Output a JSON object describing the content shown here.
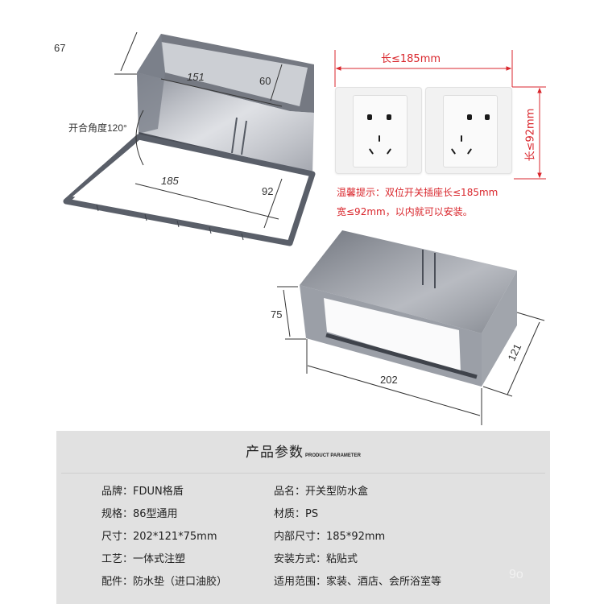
{
  "top_left_diagram": {
    "depth_label": "67",
    "inner_width_label": "151",
    "inner_height_label": "60",
    "open_angle_label": "开合角度120°",
    "base_length_label": "185",
    "base_width_label": "92"
  },
  "socket_diagram": {
    "length_label": "长≤185mm",
    "height_label": "长≤92mm",
    "tip_line1": "温馨提示：双位开关插座长≤185mm",
    "tip_line2": "宽≤92mm，以内就可以安装。",
    "accent_color": "#d9262c"
  },
  "closed_box_diagram": {
    "height_label": "75",
    "length_label": "202",
    "width_label": "121"
  },
  "parameters": {
    "title_cn": "产品参数",
    "title_en": "PRODUCT PARAMETER",
    "left": [
      "品牌：FDUN格盾",
      "规格：86型通用",
      "尺寸：202*121*75mm",
      "工艺：一体式注塑",
      "配件：防水垫（进口油胶）"
    ],
    "right": [
      "品名：开关型防水盒",
      "材质：PS",
      "内部尺寸：185*92mm",
      "安装方式：粘贴式",
      "适用范围：家装、酒店、会所浴室等"
    ],
    "background": "#e1e1e1"
  },
  "watermark": "9o"
}
